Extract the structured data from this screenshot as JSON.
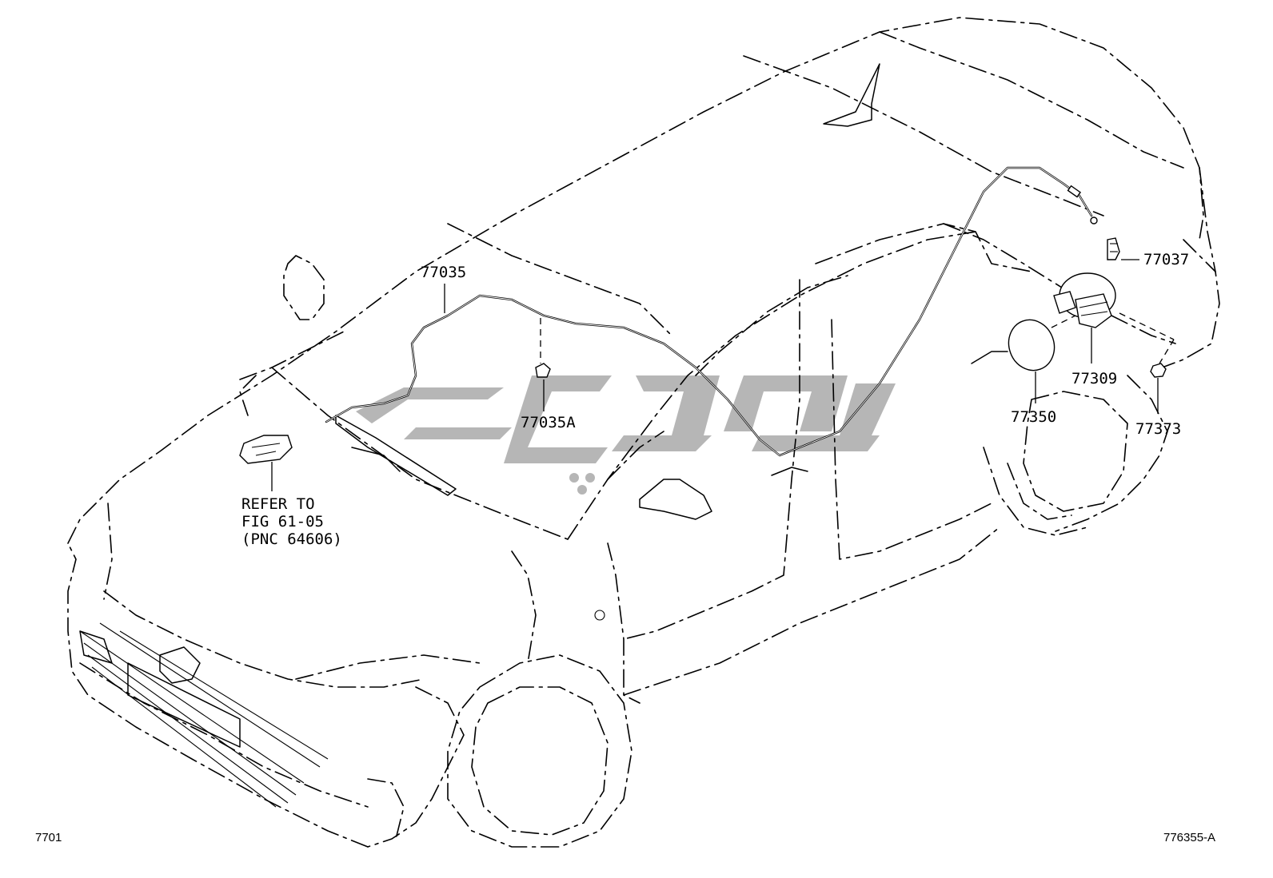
{
  "callouts": {
    "p77035": "77035",
    "p77035a": "77035A",
    "p77037": "77037",
    "p77309": "77309",
    "p77350": "77350",
    "p77373": "77373"
  },
  "reference_note": [
    "REFER TO",
    "FIG 61-05",
    "(PNC 64606)"
  ],
  "footer": {
    "figure_number": "7701",
    "illustration_code": "776355-A"
  }
}
